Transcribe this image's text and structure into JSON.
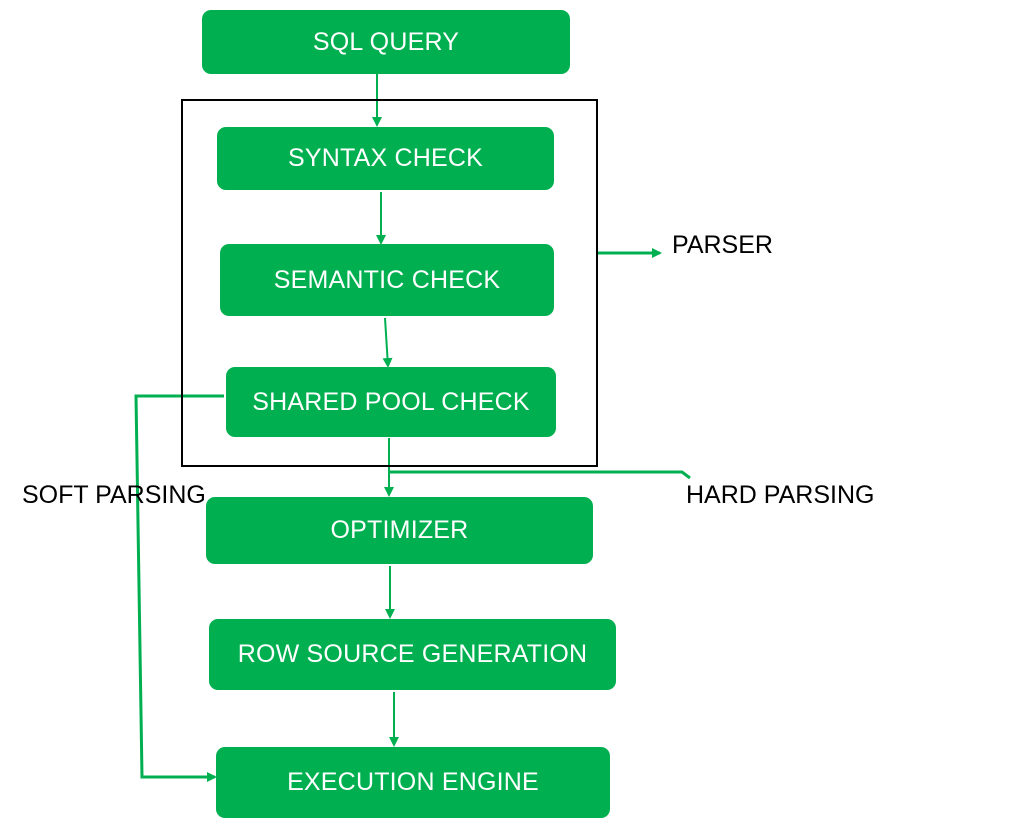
{
  "colors": {
    "node_fill": "#00b050",
    "node_text": "#ffffff",
    "connector": "#00b050",
    "box_border": "#000000"
  },
  "nodes": {
    "sql_query": "SQL QUERY",
    "syntax_check": "SYNTAX CHECK",
    "semantic_check": "SEMANTIC CHECK",
    "shared_pool_check": "SHARED POOL CHECK",
    "optimizer": "OPTIMIZER",
    "row_source_generation": "ROW SOURCE GENERATION",
    "execution_engine": "EXECUTION ENGINE"
  },
  "labels": {
    "parser": "PARSER",
    "soft_parsing": "SOFT PARSING",
    "hard_parsing": "HARD PARSING"
  }
}
